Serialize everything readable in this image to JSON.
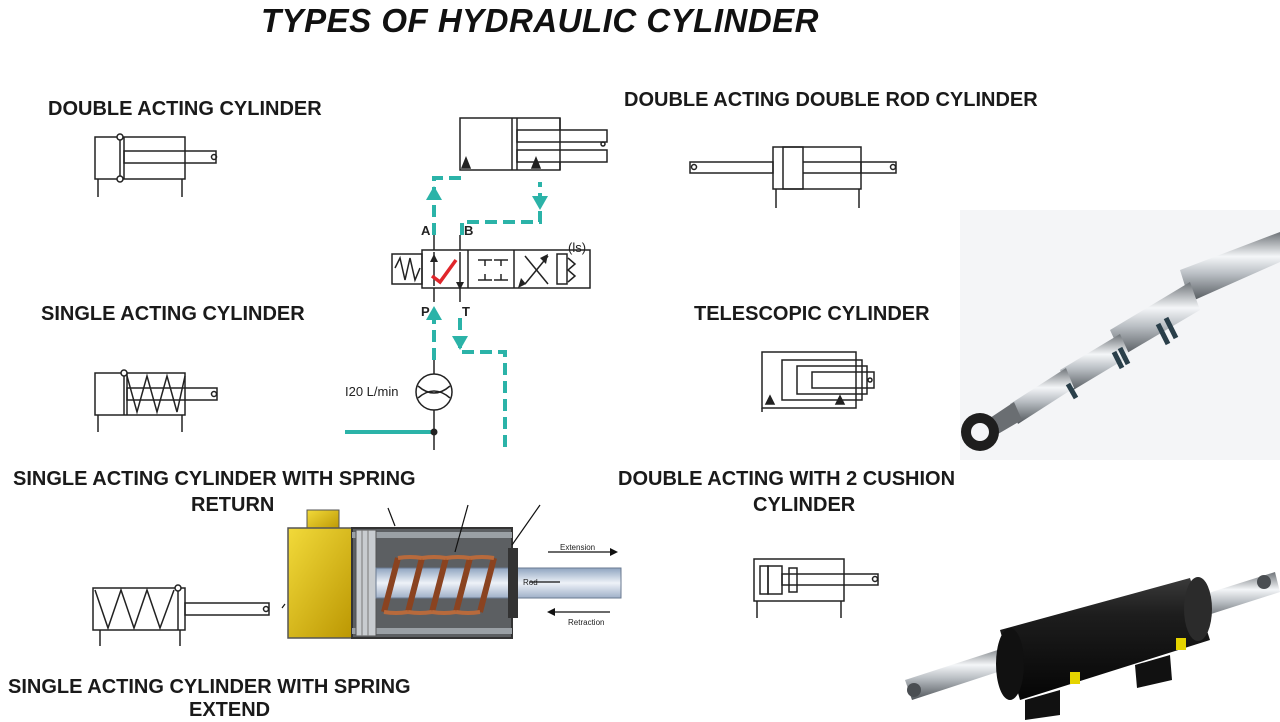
{
  "title": "TYPES OF HYDRAULIC CYLINDER",
  "labels": {
    "double_acting": "DOUBLE ACTING CYLINDER",
    "double_rod": "DOUBLE ACTING DOUBLE ROD CYLINDER",
    "single_acting": "SINGLE ACTING CYLINDER",
    "telescopic": "TELESCOPIC CYLINDER",
    "spring_return_1": "SINGLE ACTING CYLINDER WITH SPRING",
    "spring_return_2": "RETURN",
    "cushion_1": "DOUBLE ACTING WITH 2 CUSHION",
    "cushion_2": "CYLINDER",
    "spring_extend_1": "SINGLE ACTING CYLINDER WITH SPRING",
    "spring_extend_2": "EXTEND"
  },
  "circuit": {
    "port_a": "A",
    "port_b": "B",
    "port_p": "P",
    "port_t": "T",
    "flow": "I20 L/min",
    "solenoid": "(ls)"
  },
  "cutaway": {
    "extension": "Extension",
    "rod": "Rod",
    "retraction": "Retraction"
  },
  "colors": {
    "flow_line": "#2bb3a8",
    "check_mark": "#e0262b",
    "end_cap": "#d9b500",
    "spring": "#8a4320"
  }
}
